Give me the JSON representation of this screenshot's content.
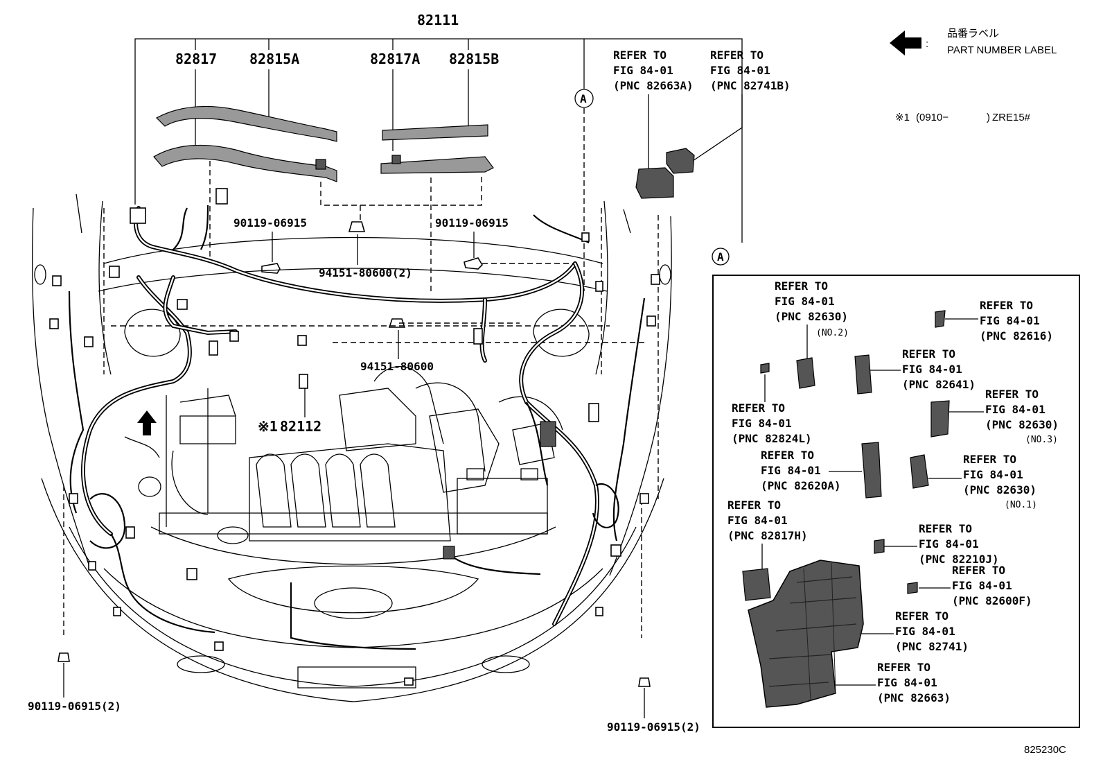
{
  "legend": {
    "jp_label": "品番ラベル",
    "en_label": "PART NUMBER LABEL",
    "colon": ":"
  },
  "note": {
    "marker": "※1",
    "range": "(0910−",
    "range_end": ")",
    "model": "ZRE15#"
  },
  "parts": {
    "main_harness": "82111",
    "p82817": "82817",
    "p82815A": "82815A",
    "p82817A": "82817A",
    "p82815B": "82815B",
    "bolt_left_top": "90119-06915",
    "bolt_right_top": "90119-06915",
    "clip_2": "94151-80600(2)",
    "clip_1": "94151-80600",
    "p82112_marker": "※1",
    "p82112": "82112",
    "bolt_bottom_left": "90119-06915(2)",
    "bolt_bottom_right": "90119-06915(2)",
    "circle_a": "A"
  },
  "refer_top": [
    {
      "refer": "REFER TO",
      "fig": "FIG 84-01",
      "pnc": "(PNC 82663A)"
    },
    {
      "refer": "REFER TO",
      "fig": "FIG 84-01",
      "pnc": "(PNC 82741B)"
    }
  ],
  "detail_a": {
    "marker": "A",
    "refs": [
      {
        "refer": "REFER TO",
        "fig": "FIG 84-01",
        "pnc": "(PNC 82630)",
        "sub": "(NO.2)"
      },
      {
        "refer": "REFER TO",
        "fig": "FIG 84-01",
        "pnc": "(PNC 82616)",
        "sub": ""
      },
      {
        "refer": "REFER TO",
        "fig": "FIG 84-01",
        "pnc": "(PNC 82641)",
        "sub": ""
      },
      {
        "refer": "REFER TO",
        "fig": "FIG 84-01",
        "pnc": "(PNC 82824L)",
        "sub": ""
      },
      {
        "refer": "REFER TO",
        "fig": "FIG 84-01",
        "pnc": "(PNC 82630)",
        "sub": "(NO.3)"
      },
      {
        "refer": "REFER TO",
        "fig": "FIG 84-01",
        "pnc": "(PNC 82620A)",
        "sub": ""
      },
      {
        "refer": "REFER TO",
        "fig": "FIG 84-01",
        "pnc": "(PNC 82630)",
        "sub": "(NO.1)"
      },
      {
        "refer": "REFER TO",
        "fig": "FIG 84-01",
        "pnc": "(PNC 82817H)",
        "sub": ""
      },
      {
        "refer": "REFER TO",
        "fig": "FIG 84-01",
        "pnc": "(PNC 82210J)",
        "sub": ""
      },
      {
        "refer": "REFER TO",
        "fig": "FIG 84-01",
        "pnc": "(PNC 82600F)",
        "sub": ""
      },
      {
        "refer": "REFER TO",
        "fig": "FIG 84-01",
        "pnc": "(PNC 82741)",
        "sub": ""
      },
      {
        "refer": "REFER TO",
        "fig": "FIG 84-01",
        "pnc": "(PNC 82663)",
        "sub": ""
      }
    ]
  },
  "figure_code": "825230C"
}
